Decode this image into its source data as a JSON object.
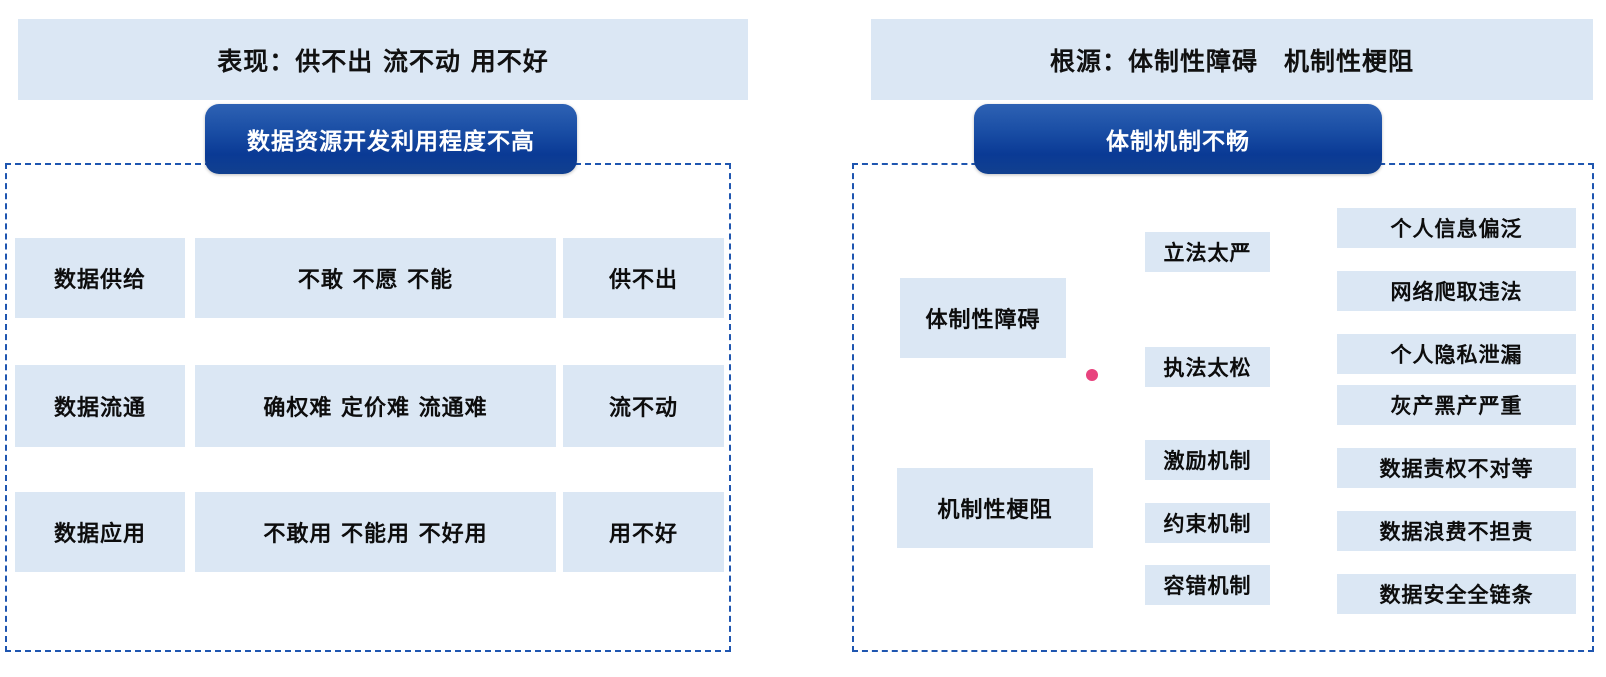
{
  "left_panel": {
    "banner_title": "表现：供不出 流不动 用不好",
    "pill_title": "数据资源开发利用程度不高",
    "rows": [
      {
        "stage": "数据供给",
        "issues": "不敢 不愿 不能",
        "result": "供不出"
      },
      {
        "stage": "数据流通",
        "issues": "确权难 定价难 流通难",
        "result": "流不动"
      },
      {
        "stage": "数据应用",
        "issues": "不敢用 不能用 不好用",
        "result": "用不好"
      }
    ]
  },
  "right_panel": {
    "banner_title": "根源：体制性障碍　机制性梗阻",
    "pill_title": "体制机制不畅",
    "categories": [
      {
        "name": "体制性障碍"
      },
      {
        "name": "机制性梗阻"
      }
    ],
    "middle_items": [
      {
        "label": "立法太严"
      },
      {
        "label": "执法太松"
      },
      {
        "label": "激励机制"
      },
      {
        "label": "约束机制"
      },
      {
        "label": "容错机制"
      }
    ],
    "detail_items": [
      {
        "label": "个人信息偏泛"
      },
      {
        "label": "网络爬取违法"
      },
      {
        "label": "个人隐私泄漏"
      },
      {
        "label": "灰产黑产严重"
      },
      {
        "label": "数据责权不对等"
      },
      {
        "label": "数据浪费不担责"
      },
      {
        "label": "数据安全全链条"
      }
    ],
    "marker": {
      "name": "pink-dot"
    }
  },
  "colors": {
    "cell_bg": "#dbe7f4",
    "banner_bg": "#dbe7f4",
    "pill_blue_light": "#2e62b4",
    "pill_blue_dark": "#0a3a95",
    "dashed_border": "#1f56b0",
    "marker_pink": "#e8437e",
    "text": "#0d0d0d"
  }
}
